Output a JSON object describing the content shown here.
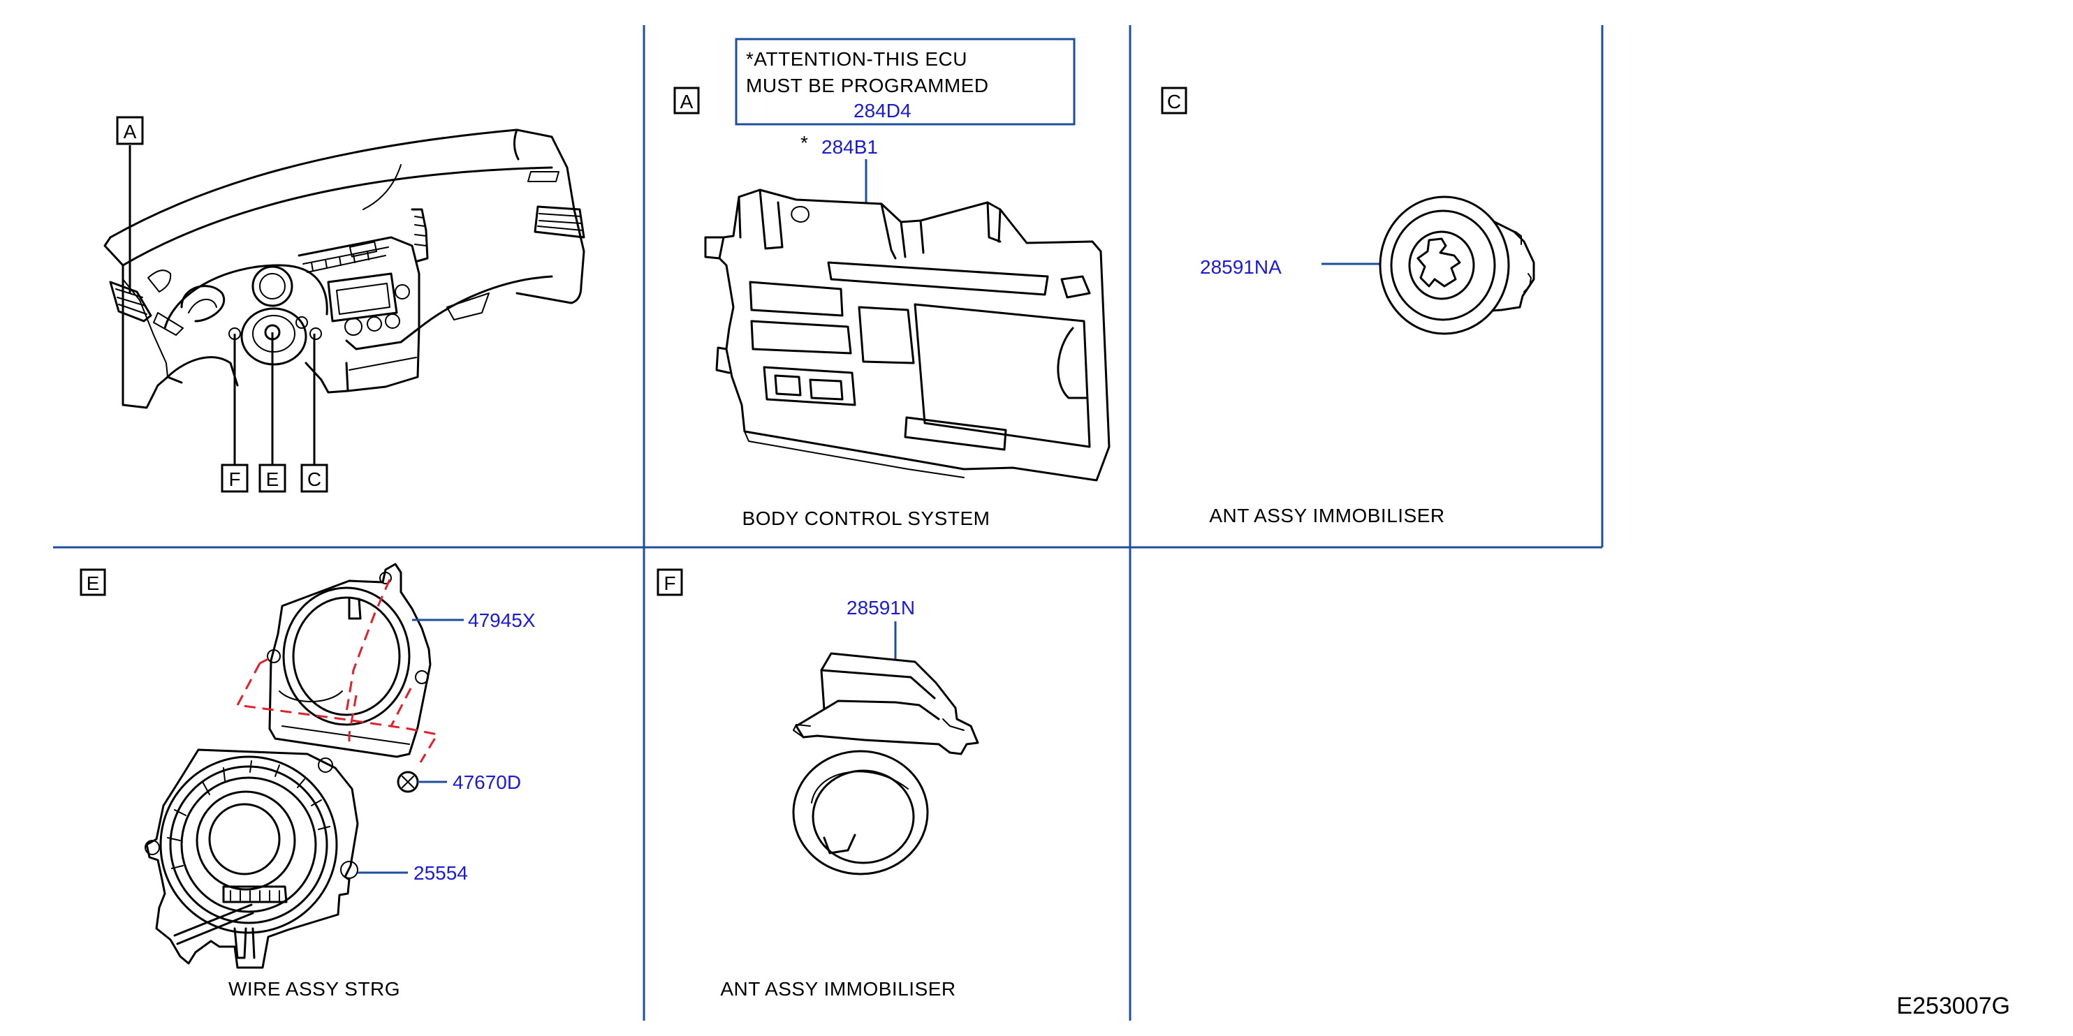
{
  "colors": {
    "divider": "#1f4e9c",
    "part_number": "#1a1ad6",
    "leader": "#1f4e9c",
    "phantom": "#e0202a",
    "drawing": "#000000"
  },
  "overview": {
    "callouts": [
      "A",
      "F",
      "E",
      "C"
    ]
  },
  "panel_a": {
    "letter": "A",
    "attention_line1": "*ATTENTION-THIS   ECU",
    "attention_line2": "MUST   BE   PROGRAMMED",
    "attention_part": "284D4",
    "asterisk": "*",
    "part": "284B1",
    "caption": "BODY   CONTROL   SYSTEM"
  },
  "panel_c": {
    "letter": "C",
    "part": "28591NA",
    "caption": "ANT   ASSY   IMMOBILISER"
  },
  "panel_e": {
    "letter": "E",
    "parts": [
      "47945X",
      "47670D",
      "25554"
    ],
    "caption": "WIRE   ASSY   STRG"
  },
  "panel_f": {
    "letter": "F",
    "part": "28591N",
    "caption": "ANT   ASSY   IMMOBILISER"
  },
  "drawing_ref": "E253007G"
}
